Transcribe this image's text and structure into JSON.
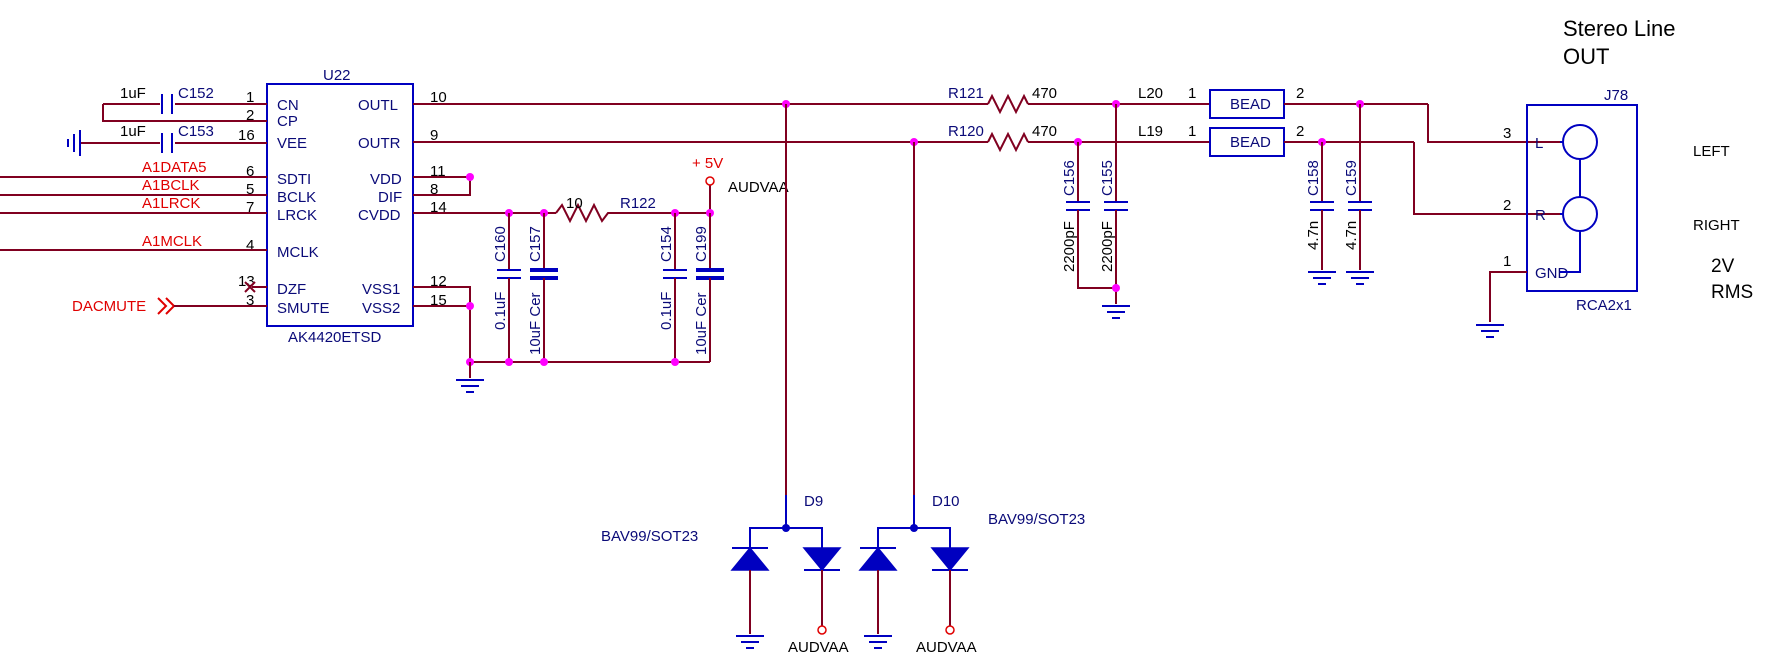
{
  "title": {
    "line1": "Stereo Line",
    "line2": "OUT"
  },
  "outputs": {
    "left": "LEFT",
    "right": "RIGHT",
    "level_line1": "2V",
    "level_line2": "RMS"
  },
  "ic": {
    "ref": "U22",
    "part": "AK4420ETSD",
    "left_pins": [
      {
        "num": "1",
        "name": "CN"
      },
      {
        "num": "2",
        "name": "CP"
      },
      {
        "num": "16",
        "name": "VEE"
      },
      {
        "num": "6",
        "name": "SDTI"
      },
      {
        "num": "5",
        "name": "BCLK"
      },
      {
        "num": "7",
        "name": "LRCK"
      },
      {
        "num": "4",
        "name": "MCLK"
      },
      {
        "num": "13",
        "name": "DZF"
      },
      {
        "num": "3",
        "name": "SMUTE"
      }
    ],
    "right_pins": [
      {
        "num": "10",
        "name": "OUTL"
      },
      {
        "num": "9",
        "name": "OUTR"
      },
      {
        "num": "11",
        "name": "VDD"
      },
      {
        "num": "8",
        "name": "DIF"
      },
      {
        "num": "14",
        "name": "CVDD"
      },
      {
        "num": "12",
        "name": "VSS1"
      },
      {
        "num": "15",
        "name": "VSS2"
      }
    ]
  },
  "nets": {
    "sdti": "A1DATA5",
    "bclk": "A1BCLK",
    "lrck": "A1LRCK",
    "mclk": "A1MCLK",
    "mute": "DACMUTE",
    "supply_voltage": "+ 5V",
    "supply_name": "AUDVAA",
    "d9_supply": "AUDVAA",
    "d10_supply": "AUDVAA"
  },
  "components": {
    "c152": {
      "ref": "C152",
      "value": "1uF"
    },
    "c153": {
      "ref": "C153",
      "value": "1uF"
    },
    "c160": {
      "ref": "C160",
      "value": "0.1uF"
    },
    "c157": {
      "ref": "C157",
      "value": "10uF Cer"
    },
    "c154": {
      "ref": "C154",
      "value": "0.1uF"
    },
    "c199": {
      "ref": "C199",
      "value": "10uF Cer"
    },
    "r122": {
      "ref": "R122",
      "value": "10"
    },
    "r121": {
      "ref": "R121",
      "value": "470"
    },
    "r120": {
      "ref": "R120",
      "value": "470"
    },
    "c156": {
      "ref": "C156",
      "value": "2200pF"
    },
    "c155": {
      "ref": "C155",
      "value": "2200pF"
    },
    "l20": {
      "ref": "L20",
      "value": "BEAD",
      "pin1": "1",
      "pin2": "2"
    },
    "l19": {
      "ref": "L19",
      "value": "BEAD",
      "pin1": "1",
      "pin2": "2"
    },
    "c158": {
      "ref": "C158",
      "value": "4.7n"
    },
    "c159": {
      "ref": "C159",
      "value": "4.7n"
    },
    "d9": {
      "ref": "D9",
      "part": "BAV99/SOT23"
    },
    "d10": {
      "ref": "D10",
      "part": "BAV99/SOT23"
    }
  },
  "connector": {
    "ref": "J78",
    "part": "RCA2x1",
    "pins": [
      {
        "num": "3",
        "name": "L"
      },
      {
        "num": "2",
        "name": "R"
      },
      {
        "num": "1",
        "name": "GND"
      }
    ]
  },
  "colors": {
    "wire": "#800020",
    "component": "#0000c0",
    "net_label": "#e00000",
    "junction": "#ff00ff"
  }
}
